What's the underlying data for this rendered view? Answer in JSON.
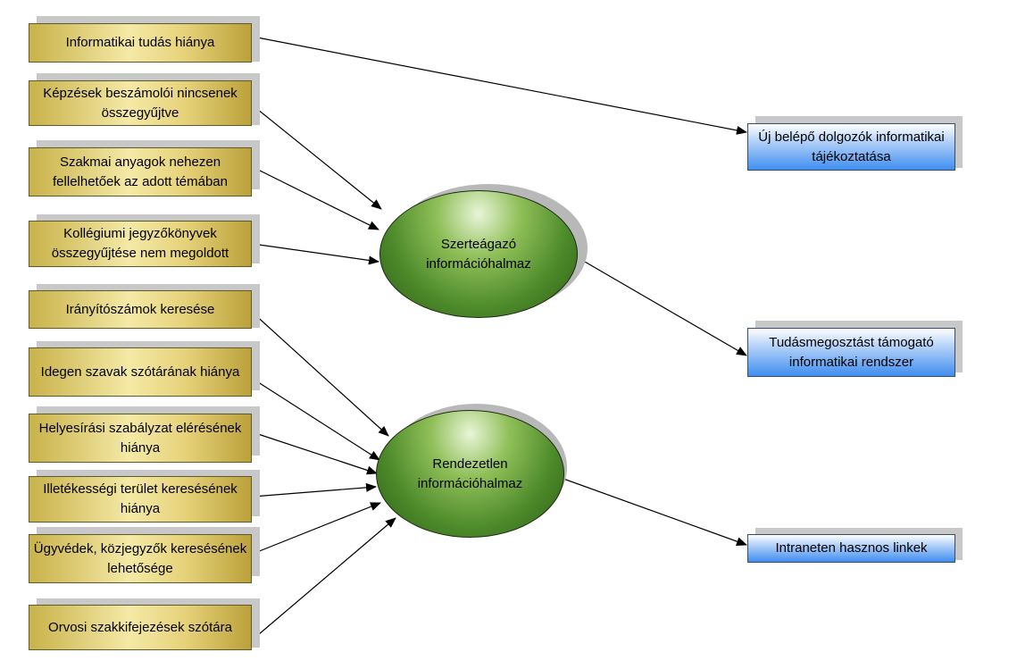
{
  "causes": [
    "Informatikai tudás hiánya",
    "Képzések beszámolói nincsenek összegyűjtve",
    "Szakmai anyagok nehezen fellelhetőek az adott témában",
    "Kollégiumi jegyzőkönyvek összegyűjtése nem megoldott",
    "Irányítószámok keresése",
    "Idegen szavak szótárának hiánya",
    "Helyesírási szabályzat elérésének hiánya",
    "Illetékességi terület keresésének hiánya",
    "Ügyvédek, közjegyzők keresésének lehetősége",
    "Orvosi szakkifejezések szótára"
  ],
  "problems": [
    "Szerteágazó információhalmaz",
    "Rendezetlen információhalmaz"
  ],
  "solutions": [
    "Új belépő dolgozók informatikai tájékoztatása",
    "Tudásmegosztást támogató informatikai rendszer",
    "Intraneten hasznos linkek"
  ],
  "colors": {
    "cause_fill": "#e6d27a",
    "problem_fill": "#4d8a2a",
    "solution_fill": "#3f8ef0",
    "arrow": "#000000"
  }
}
